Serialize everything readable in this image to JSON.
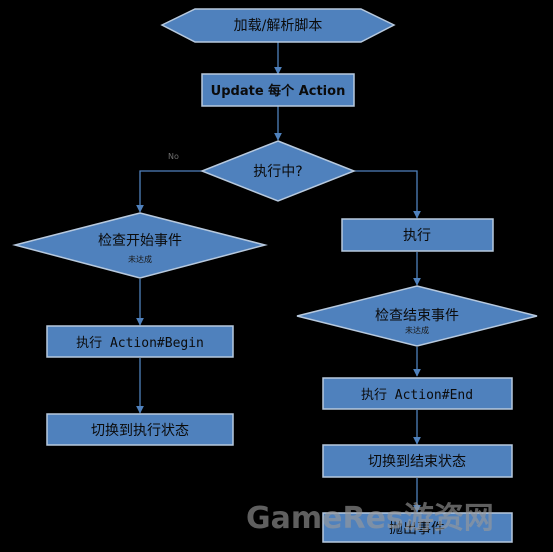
{
  "nodes": {
    "load_script": "加载/解析脚本",
    "update_action": "Update 每个 Action",
    "is_running": "执行中?",
    "running_hint": "No",
    "check_start": "检查开始事件",
    "check_start_sub": "未达成",
    "execute": "执行",
    "check_end": "检查结束事件",
    "check_end_sub": "未达成",
    "action_begin": "执行 Action#Begin",
    "action_end": "执行 Action#End",
    "switch_running": "切换到执行状态",
    "switch_end": "切换到结束状态",
    "throw_event": "抛出事件"
  },
  "watermark": "GameRes游资网",
  "colors": {
    "fill": "#4f81bd",
    "stroke": "#b7c9de",
    "edge": "#4f81bd",
    "background": "#000000"
  }
}
